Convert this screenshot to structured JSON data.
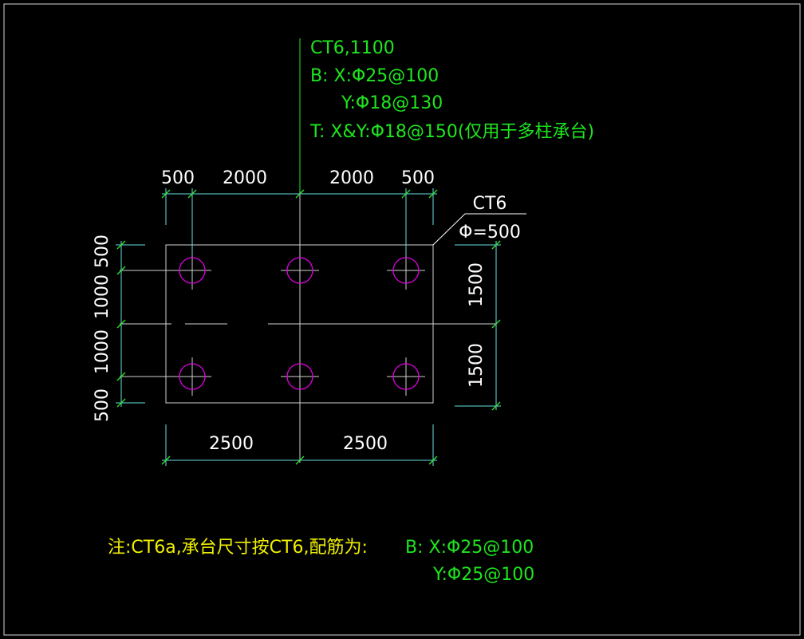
{
  "colors": {
    "background": "#000000",
    "frame": "#d8d8d8",
    "outline": "#cfcfcf",
    "dimension_line": "#66e0e0",
    "dimension_tick": "#2fe62f",
    "dimension_text": "#ffffff",
    "pile": "#e000e0",
    "annotation_green": "#1ee61e",
    "note_yellow": "#f0f000"
  },
  "top_annotation": {
    "line1": "CT6,1100",
    "line2": "B:  X:Φ25@100",
    "line3": "Y:Φ18@130",
    "line4": "T:  X&Y:Φ18@150(仅用于多柱承台)"
  },
  "pile_label": {
    "name": "CT6",
    "diameter": "Φ=500"
  },
  "top_dims": [
    "500",
    "2000",
    "2000",
    "500"
  ],
  "bottom_dims": [
    "2500",
    "2500"
  ],
  "left_dims": [
    "500",
    "1000",
    "1000",
    "500"
  ],
  "right_dims": [
    "1500",
    "1500"
  ],
  "note": {
    "text": "注:CT6a,承台尺寸按CT6,配筋为:",
    "rebar_line1": "B:  X:Φ25@100",
    "rebar_line2": "Y:Φ25@100"
  },
  "piles": {
    "rows": 2,
    "cols": 3
  }
}
